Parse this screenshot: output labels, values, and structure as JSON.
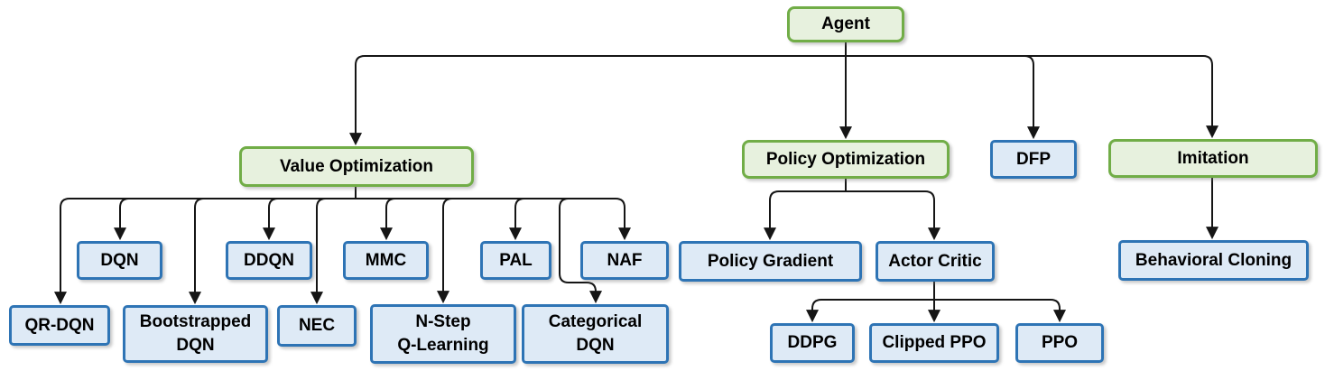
{
  "diagram": {
    "type": "tree",
    "root": "Agent"
  },
  "colors": {
    "background": "#FFFFFF",
    "category_fill": "#E7F1DE",
    "category_border": "#71AD47",
    "leaf_fill": "#DEEAF6",
    "leaf_border": "#2E74B5",
    "connector": "#151515",
    "text": "#000000"
  },
  "nodes": {
    "agent": {
      "label": "Agent",
      "kind": "category"
    },
    "value_optimization": {
      "label": "Value Optimization",
      "kind": "category"
    },
    "policy_optimization": {
      "label": "Policy Optimization",
      "kind": "category"
    },
    "dfp": {
      "label": "DFP",
      "kind": "leaf"
    },
    "imitation": {
      "label": "Imitation",
      "kind": "category"
    },
    "dqn": {
      "label": "DQN",
      "kind": "leaf"
    },
    "ddqn": {
      "label": "DDQN",
      "kind": "leaf"
    },
    "mmc": {
      "label": "MMC",
      "kind": "leaf"
    },
    "pal": {
      "label": "PAL",
      "kind": "leaf"
    },
    "naf": {
      "label": "NAF",
      "kind": "leaf"
    },
    "qr_dqn": {
      "label": "QR-DQN",
      "kind": "leaf"
    },
    "bootstrapped_dqn": {
      "label": "Bootstrapped\nDQN",
      "kind": "leaf"
    },
    "nec": {
      "label": "NEC",
      "kind": "leaf"
    },
    "n_step_q_learning": {
      "label": "N-Step\nQ-Learning",
      "kind": "leaf"
    },
    "categorical_dqn": {
      "label": "Categorical\nDQN",
      "kind": "leaf"
    },
    "policy_gradient": {
      "label": "Policy Gradient",
      "kind": "leaf"
    },
    "actor_critic": {
      "label": "Actor Critic",
      "kind": "leaf"
    },
    "ddpg": {
      "label": "DDPG",
      "kind": "leaf"
    },
    "clipped_ppo": {
      "label": "Clipped PPO",
      "kind": "leaf"
    },
    "ppo": {
      "label": "PPO",
      "kind": "leaf"
    },
    "behavioral_cloning": {
      "label": "Behavioral Cloning",
      "kind": "leaf"
    }
  },
  "hierarchy": {
    "Agent": [
      "Value Optimization",
      "Policy Optimization",
      "DFP",
      "Imitation"
    ],
    "Value Optimization": [
      "QR-DQN",
      "DQN",
      "Bootstrapped DQN",
      "DDQN",
      "NEC",
      "MMC",
      "N-Step Q-Learning",
      "PAL",
      "Categorical DQN",
      "NAF"
    ],
    "Policy Optimization": [
      "Policy Gradient",
      "Actor Critic"
    ],
    "Actor Critic": [
      "DDPG",
      "Clipped PPO",
      "PPO"
    ],
    "Imitation": [
      "Behavioral Cloning"
    ]
  }
}
